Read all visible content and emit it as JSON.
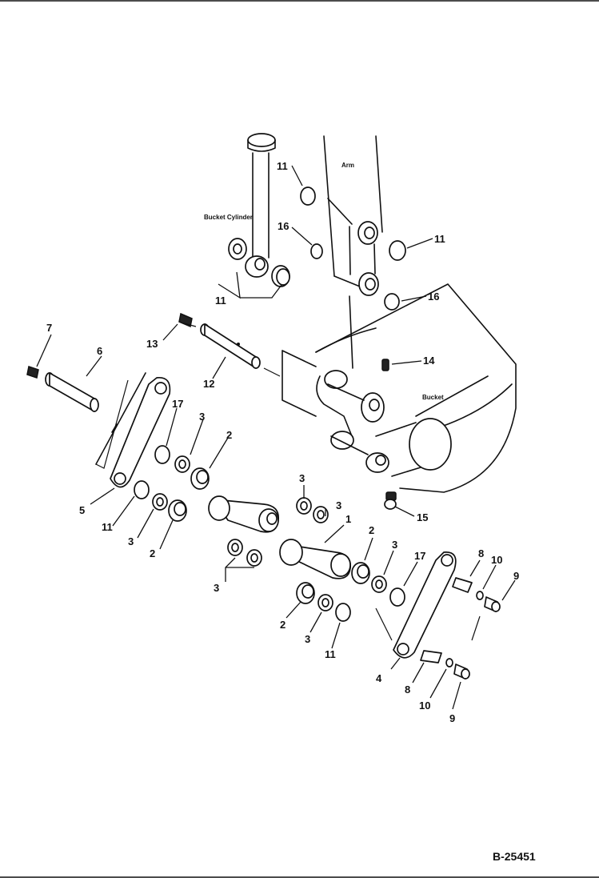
{
  "diagram": {
    "labels": {
      "arm": "Arm",
      "bucket_cylinder": "Bucket Cylinder",
      "bucket": "Bucket"
    },
    "drawing_code": "B-25451",
    "callouts": [
      "1",
      "2",
      "3",
      "4",
      "5",
      "6",
      "7",
      "8",
      "9",
      "10",
      "11",
      "12",
      "13",
      "14",
      "15",
      "16",
      "17"
    ]
  }
}
